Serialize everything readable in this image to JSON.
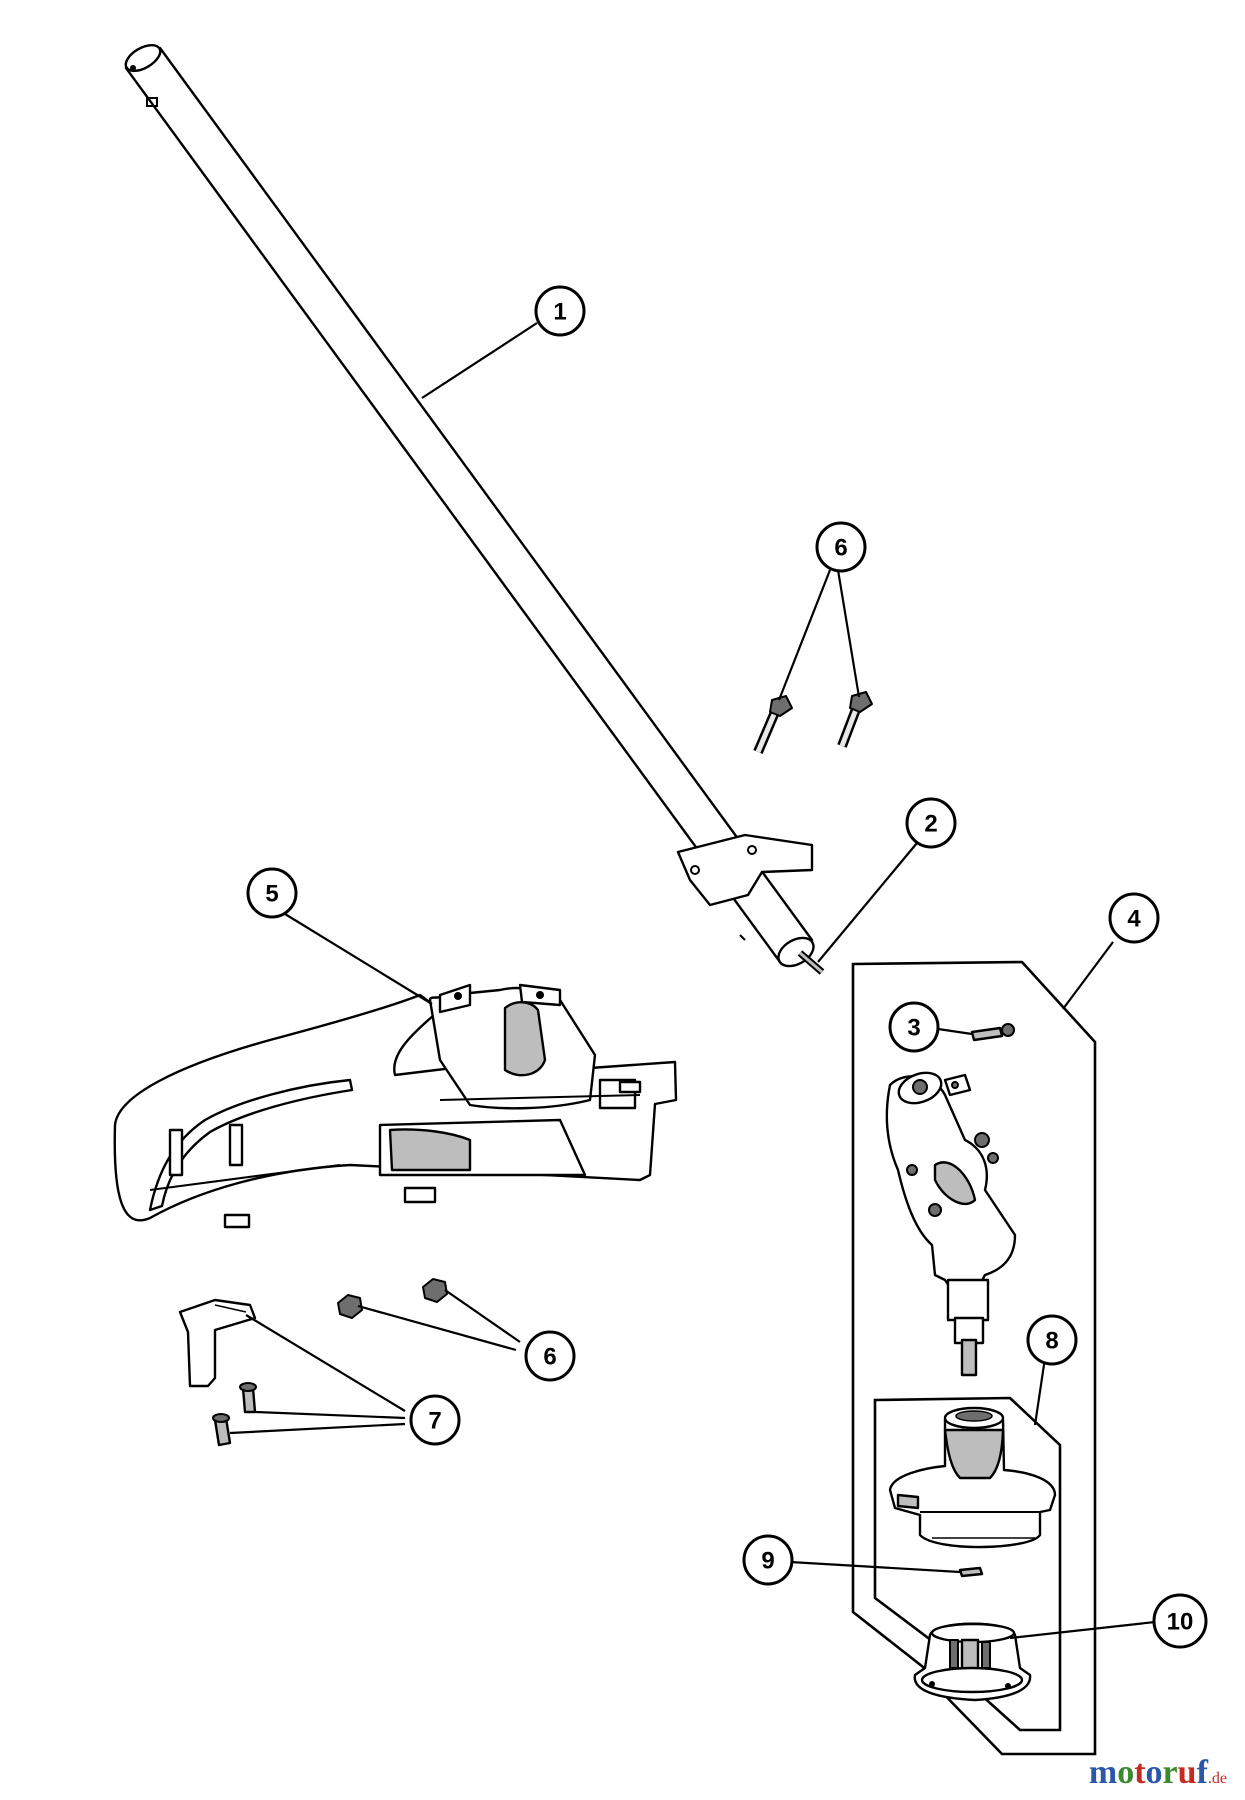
{
  "callouts": {
    "c1": "1",
    "c2": "2",
    "c3": "3",
    "c4": "4",
    "c5": "5",
    "c6a": "6",
    "c6b": "6",
    "c7": "7",
    "c8": "8",
    "c9": "9",
    "c10": "10"
  },
  "watermark": {
    "name": "motoruf",
    "suffix": ".de"
  },
  "colors": {
    "watermark_blue": "#2b57a8",
    "watermark_green": "#3a8a2e",
    "watermark_red": "#c42a22"
  }
}
